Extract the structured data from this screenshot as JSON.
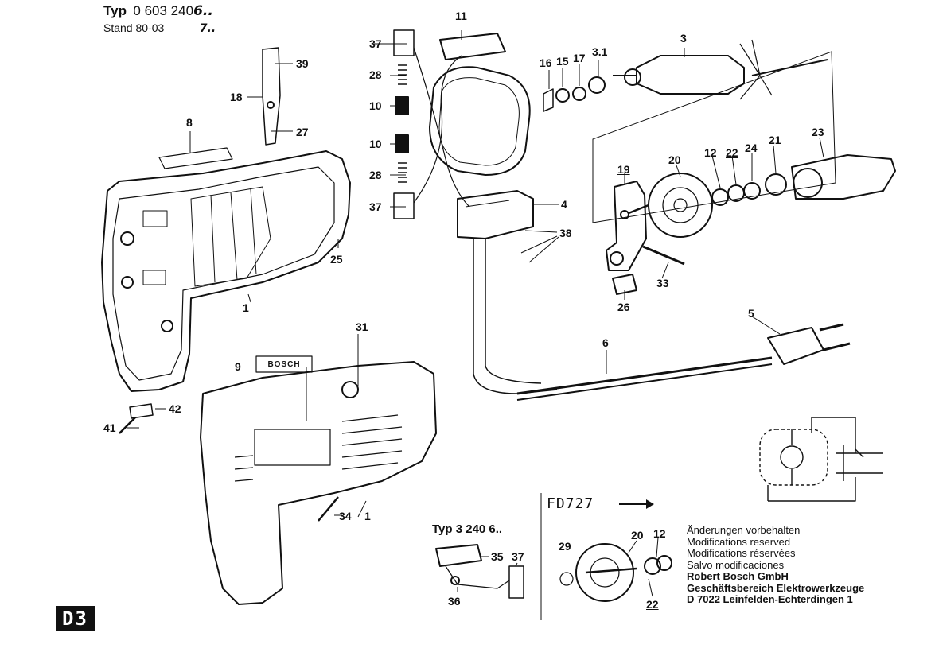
{
  "header": {
    "typ_label": "Typ",
    "typ_value": "0 603 240",
    "typ_hand": "6..",
    "stand_label": "Stand 80-03",
    "stand_hand": "7.."
  },
  "part_numbers": [
    "1",
    "1",
    "3",
    "3.1",
    "4",
    "5",
    "6",
    "8",
    "9",
    "10",
    "10",
    "11",
    "12",
    "12",
    "15",
    "16",
    "17",
    "18",
    "19",
    "20",
    "20",
    "21",
    "22",
    "22",
    "23",
    "24",
    "25",
    "26",
    "27",
    "28",
    "28",
    "29",
    "31",
    "33",
    "34",
    "35",
    "36",
    "37",
    "37",
    "37",
    "38",
    "39",
    "41",
    "42"
  ],
  "nameplate_text": "BOSCH",
  "variant": {
    "label": "Typ 3 240 6.."
  },
  "fd_note": {
    "code": "FD727",
    "arrow": "→"
  },
  "notes": {
    "lines": [
      "Änderungen vorbehalten",
      "Modifications reserved",
      "Modifications réservées",
      "Salvo modificaciones"
    ],
    "company": [
      "Robert Bosch GmbH",
      "Geschäftsbereich Elektrowerkzeuge",
      "D 7022 Leinfelden-Echterdingen 1"
    ]
  },
  "page_code": "D3"
}
